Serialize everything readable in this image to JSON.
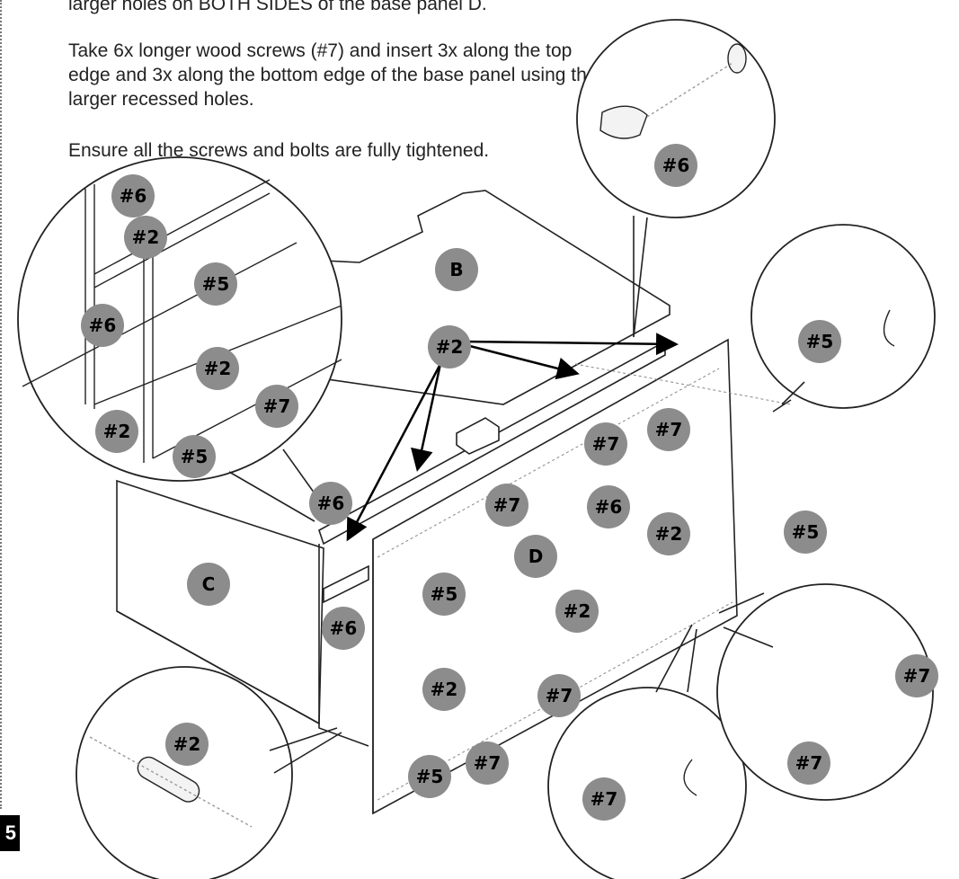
{
  "instructions": {
    "line1": "larger holes on BOTH SIDES of the base panel D.",
    "line2": "Take 6x longer wood screws (#7) and insert 3x along the top edge and 3x along the bottom edge of the base panel using the larger recessed holes.",
    "line3": "Ensure all the screws and bolts are fully tightened."
  },
  "page_number": "5",
  "labels": {
    "panel_b": "B",
    "panel_c": "C",
    "panel_d": "D",
    "p2": "#2",
    "p5": "#5",
    "p6": "#6",
    "p7": "#7"
  }
}
